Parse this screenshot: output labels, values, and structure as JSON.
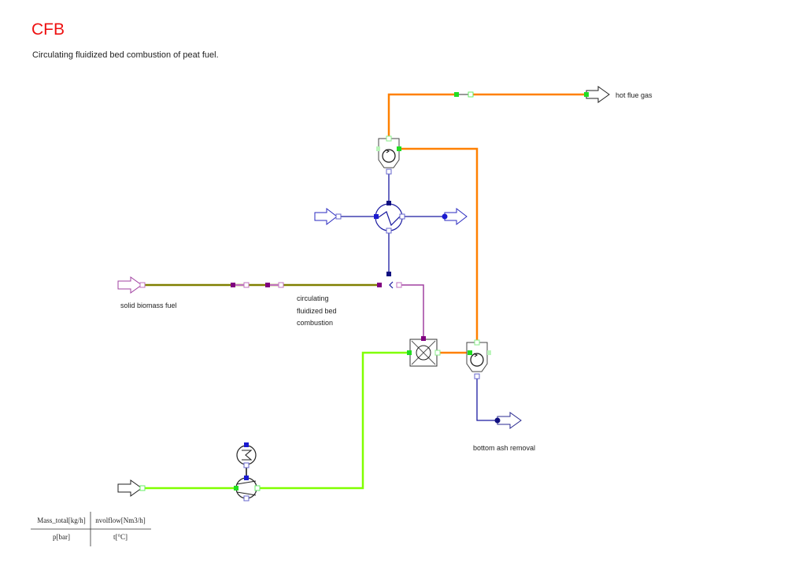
{
  "header": {
    "title": "CFB",
    "description": "Circulating fluidized bed combustion of peat fuel."
  },
  "labels": {
    "hot_flue_gas": "hot flue gas",
    "solid_biomass_fuel": "solid biomass fuel",
    "cfb_line1": "circulating",
    "cfb_line2": "fluidized bed",
    "cfb_line3": "combustion",
    "bottom_ash_removal": "bottom ash removal"
  },
  "legend": {
    "top_left": "Mass_total[kg/h]",
    "top_right": "nvolflow[Nm3/h]",
    "bottom_left": "p[bar]",
    "bottom_right": "t[°C]"
  },
  "colors": {
    "flue_gas": "#ff8000",
    "air": "#80ff00",
    "water_steam": "#1a1aa0",
    "fuel": "#808000",
    "fuel_port": "#800080",
    "title": "#ee1111"
  }
}
